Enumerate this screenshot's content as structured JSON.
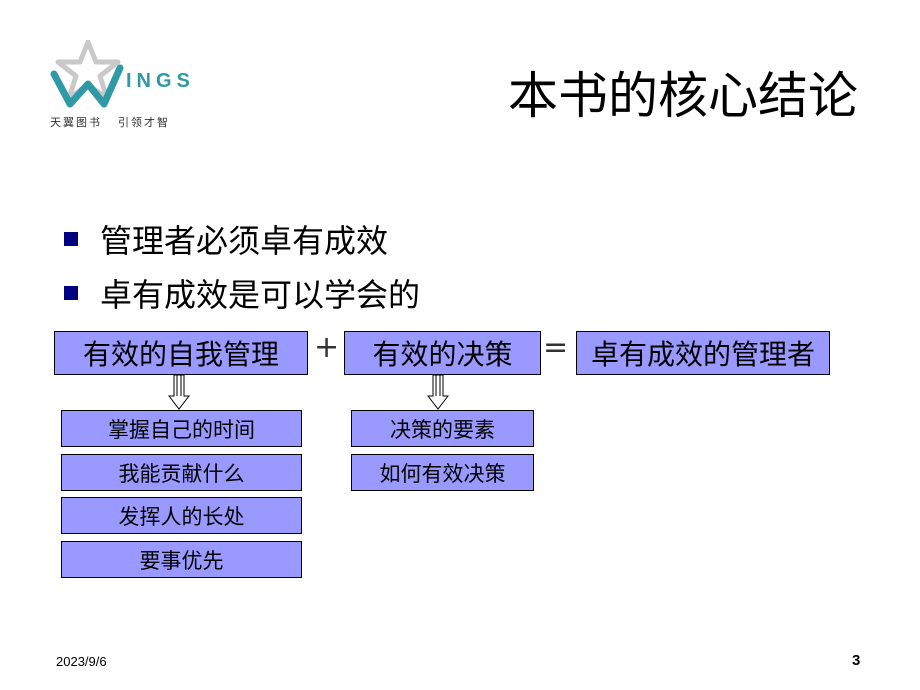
{
  "logo": {
    "word": "INGS",
    "tagline_left": "天翼图书",
    "tagline_right": "引领才智",
    "colors": {
      "star": "#c9c9c9",
      "teal": "#2f9aa5"
    }
  },
  "title": "本书的核心结论",
  "bullets": [
    "管理者必须卓有成效",
    "卓有成效是可以学会的"
  ],
  "formula": {
    "term1": "有效的自我管理",
    "plus": "+",
    "term2": "有效的决策",
    "equals": "=",
    "result": "卓有成效的管理者"
  },
  "self_management_items": [
    "掌握自己的时间",
    "我能贡献什么",
    "发挥人的长处",
    "要事优先"
  ],
  "decision_items": [
    "决策的要素",
    "如何有效决策"
  ],
  "footer": {
    "date": "2023/9/6",
    "page": "3"
  },
  "colors": {
    "box_fill": "#9999ff",
    "bullet": "#000080"
  }
}
